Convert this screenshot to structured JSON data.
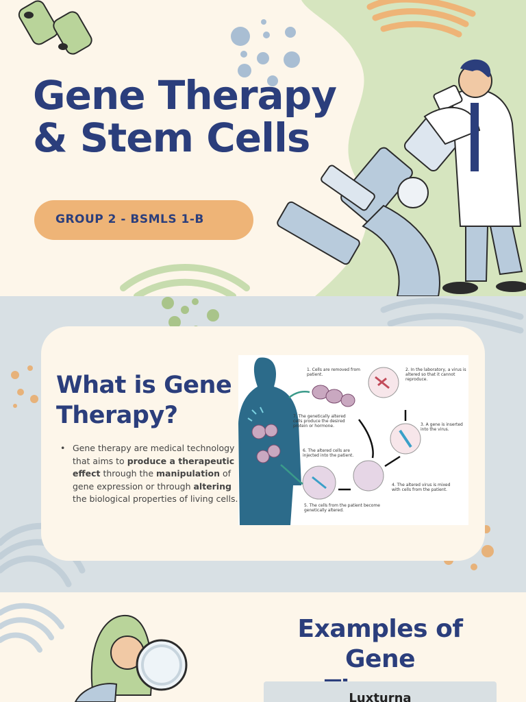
{
  "slide1": {
    "title_line1": "Gene Therapy",
    "title_line2": "& Stem Cells",
    "group_label": "GROUP 2 - BSMLS 1-B"
  },
  "slide2": {
    "heading_line1": "What is Gene",
    "heading_line2": "Therapy?",
    "bullet": {
      "t1": "Gene therapy are medical technology that aims to ",
      "b1": "produce a therapeutic effect",
      "t2": " through the ",
      "b2": "manipulation",
      "t3": " of gene expression or through ",
      "b3": "altering",
      "t4": " the biological properties of living cells."
    },
    "diagram_labels": {
      "l1": "1. Cells are removed from patient.",
      "l2": "2. In the laboratory, a virus is altered so that it cannot reproduce.",
      "l3": "3. A gene is inserted into the virus.",
      "l4": "4. The altered virus is mixed with cells from the patient.",
      "l5": "5. The cells from the patient become genetically altered.",
      "l6": "6. The altered cells are injected into the patient.",
      "l7": "7. The genetically altered cells produce the desired protein or hormone."
    }
  },
  "slide3": {
    "heading_line1": "Examples of",
    "heading_line2": "Gene Therapy",
    "example_name": "Luxturna"
  },
  "colors": {
    "title_navy": "#2b3e7c",
    "pill_orange": "#eeb477",
    "slide2_bg": "#d8e0e4",
    "cream": "#fdf6ea",
    "decor_green": "#b9d49a"
  }
}
